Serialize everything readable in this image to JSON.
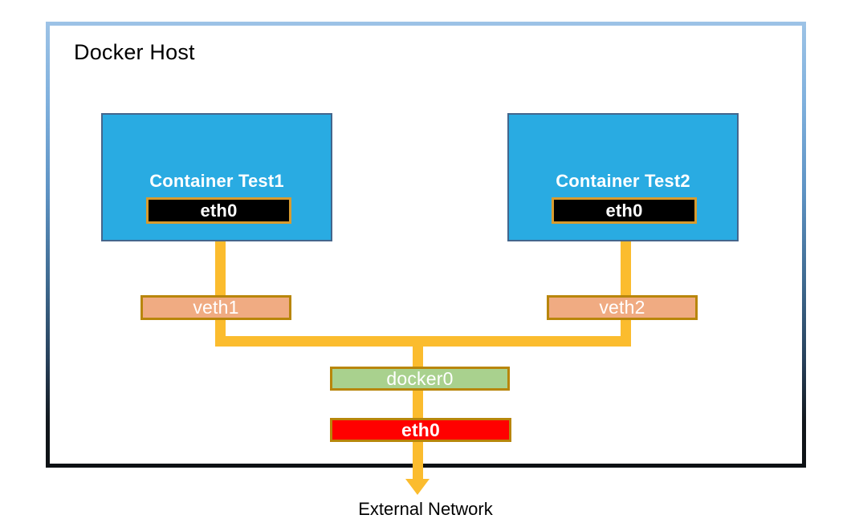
{
  "diagram": {
    "title": "Docker Host",
    "external_label": "External Network",
    "colors": {
      "container_fill": "#29abe2",
      "container_border": "#44668c",
      "eth0_container_fill": "#000000",
      "eth0_container_border": "#d89b2f",
      "veth_fill": "#f0ab82",
      "veth_border": "#b8860b",
      "docker0_fill": "#a9d18e",
      "docker0_border": "#b8860b",
      "eth0_host_fill": "#ff0000",
      "eth0_host_border": "#b8860b",
      "wire": "#fbbc2e",
      "frame_top": "#9dc3e6",
      "frame_bottom": "#0d1114",
      "text_on_fill": "#ffffff",
      "text_plain": "#000000"
    }
  },
  "containers": [
    {
      "name": "Container Test1",
      "nic": "eth0"
    },
    {
      "name": "Container Test2",
      "nic": "eth0"
    }
  ],
  "veths": [
    {
      "name": "veth1"
    },
    {
      "name": "veth2"
    }
  ],
  "bridge": {
    "name": "docker0"
  },
  "host_nic": {
    "name": "eth0"
  }
}
